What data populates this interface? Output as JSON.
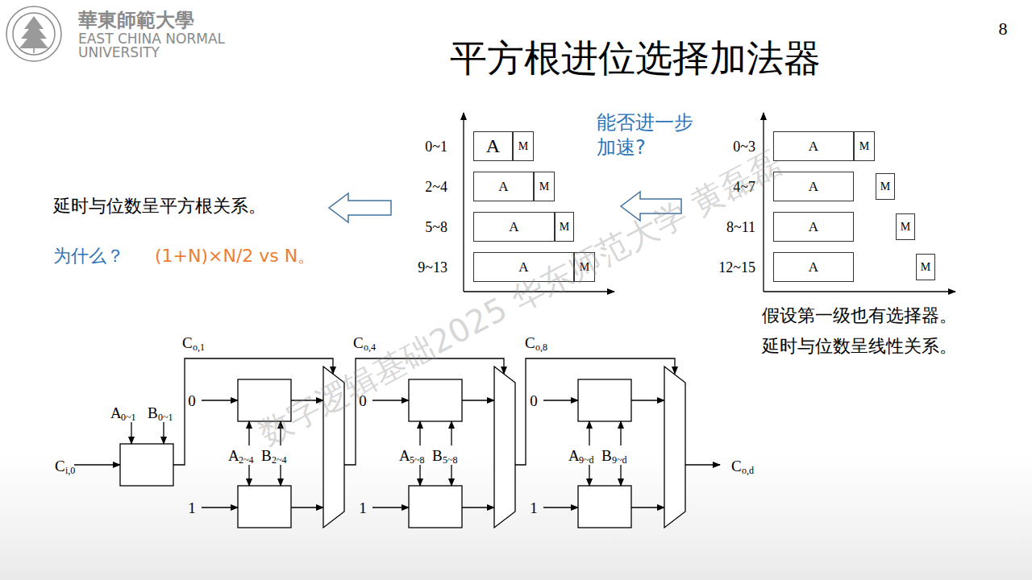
{
  "diagram": {
    "title": "平方根进位选择加法器",
    "nodes": [
      {
        "text": [
          "A"
        ]
      },
      {
        "text": [
          "M"
        ]
      },
      {
        "text": [
          "A"
        ]
      },
      {
        "text": [
          "M"
        ]
      },
      {
        "text": [
          "A"
        ]
      },
      {
        "text": [
          "M"
        ]
      },
      {
        "text": [
          "A"
        ]
      },
      {
        "text": [
          "M"
        ]
      },
      {
        "text": [
          "A"
        ]
      },
      {
        "text": [
          "M"
        ]
      },
      {
        "text": [
          "A"
        ]
      },
      {
        "text": [
          "M"
        ]
      },
      {
        "text": [
          "A"
        ]
      },
      {
        "text": [
          "M"
        ]
      },
      {
        "text": [
          "A"
        ]
      },
      {
        "text": [
          "M"
        ]
      }
    ],
    "labels": [
      "華東師範大學",
      "EAST CHINA NORMAL",
      "UNIVERSITY",
      "8",
      "延时与位数呈平方根关系。",
      "为什么？",
      "(1+N)×N/2 vs N。",
      "能否进一步",
      "加速?",
      "0~1",
      "2~4",
      "5~8",
      "9~13",
      "0~3",
      "4~7",
      "8~11",
      "12~15",
      "假设第一级也有选择器。",
      "延时与位数呈线性关系。",
      "C",
      "o,1",
      "C",
      "o,4",
      "C",
      "o,8",
      "A",
      "0~1",
      "B",
      "0~1",
      "C",
      "i,0",
      "0",
      "1",
      "A",
      "2~4",
      "B",
      "2~4",
      "0",
      "1",
      "A",
      "5~8",
      "B",
      "5~8",
      "0",
      "1",
      "A",
      "9~d",
      "B",
      "9~d",
      "C",
      "o,d",
      "数字逻辑基础2025 华东师范大学 黄磊磊"
    ]
  }
}
